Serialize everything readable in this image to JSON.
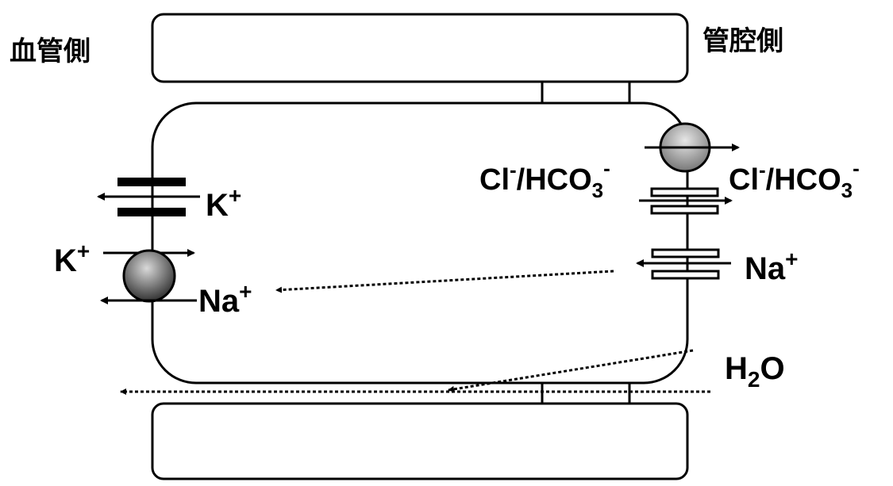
{
  "labels": {
    "blood_side": "血管側",
    "lumen_side": "管腔側",
    "k_pump_ion": "K",
    "k_channel_ion": "K",
    "na_pump_ion": "Na",
    "na_channel_ion": "Na",
    "plus_sign": "+",
    "minus_sign": "-",
    "cl_left": "Cl",
    "cl_right": "Cl",
    "hco3_slash_left": "/HCO",
    "hco3_slash_right": "/HCO",
    "subscript_3": "3",
    "water_h": "H",
    "water_sub": "2",
    "water_o": "O"
  },
  "colors": {
    "stroke": "#000000",
    "background": "#ffffff",
    "transporter_light": "#e6e6e6",
    "transporter_dark": "#777777",
    "pump_light": "#d9d9d9",
    "pump_dark": "#333333"
  }
}
